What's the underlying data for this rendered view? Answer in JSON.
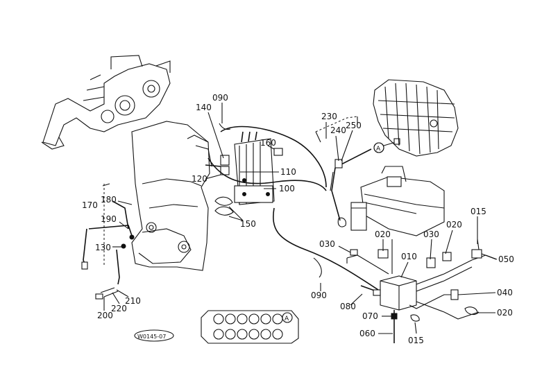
{
  "labels": {
    "l010": "010",
    "l015a": "015",
    "l015b": "015",
    "l020a": "020",
    "l020b": "020",
    "l020c": "020",
    "l030a": "030",
    "l030b": "030",
    "l040": "040",
    "l050": "050",
    "l060": "060",
    "l070": "070",
    "l080": "080",
    "l090a": "090",
    "l090b": "090",
    "l100": "100",
    "l110": "110",
    "l120": "120",
    "l130": "130",
    "l140": "140",
    "l150": "150",
    "l160": "160",
    "l170": "170",
    "l180": "180",
    "l190": "190",
    "l200": "200",
    "l210": "210",
    "l220": "220",
    "l230": "230",
    "l240": "240",
    "l250": "250"
  },
  "ref_marks": {
    "a1": "A",
    "a2": "A"
  },
  "drawing_code": "W0145-07"
}
